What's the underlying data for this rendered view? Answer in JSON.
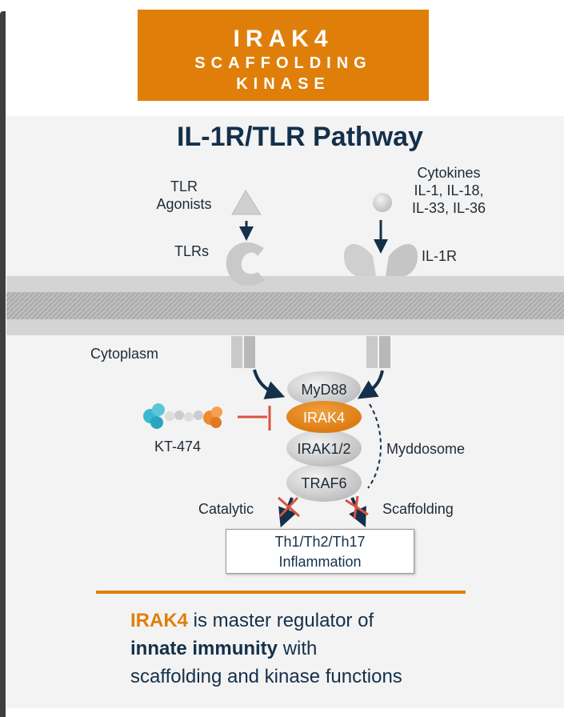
{
  "banner": {
    "line1": "IRAK4",
    "line2": "SCAFFOLDING",
    "line3": "KINASE"
  },
  "title": "IL-1R/TLR Pathway",
  "labels": {
    "tlr_agonists_1": "TLR",
    "tlr_agonists_2": "Agonists",
    "tlrs": "TLRs",
    "cytokines_1": "Cytokines",
    "cytokines_2": "IL-1, IL-18,",
    "cytokines_3": "IL-33, IL-36",
    "il1r": "IL-1R",
    "cytoplasm": "Cytoplasm",
    "kt474": "KT-474",
    "myddosome": "Myddosome",
    "catalytic": "Catalytic",
    "scaffolding": "Scaffolding"
  },
  "stack": {
    "myd88": "MyD88",
    "irak4": "IRAK4",
    "irak12": "IRAK1/2",
    "traf6": "TRAF6"
  },
  "output": {
    "line1": "Th1/Th2/Th17",
    "line2": "Inflammation"
  },
  "summary": {
    "highlight": "IRAK4",
    "rest1": " is master regulator of",
    "bold": "innate immunity",
    "rest2": " with",
    "line3": "scaffolding and kinase functions"
  },
  "colors": {
    "orange": "#df7f0a",
    "navy": "#14304a",
    "inhibit": "#d9533f"
  }
}
